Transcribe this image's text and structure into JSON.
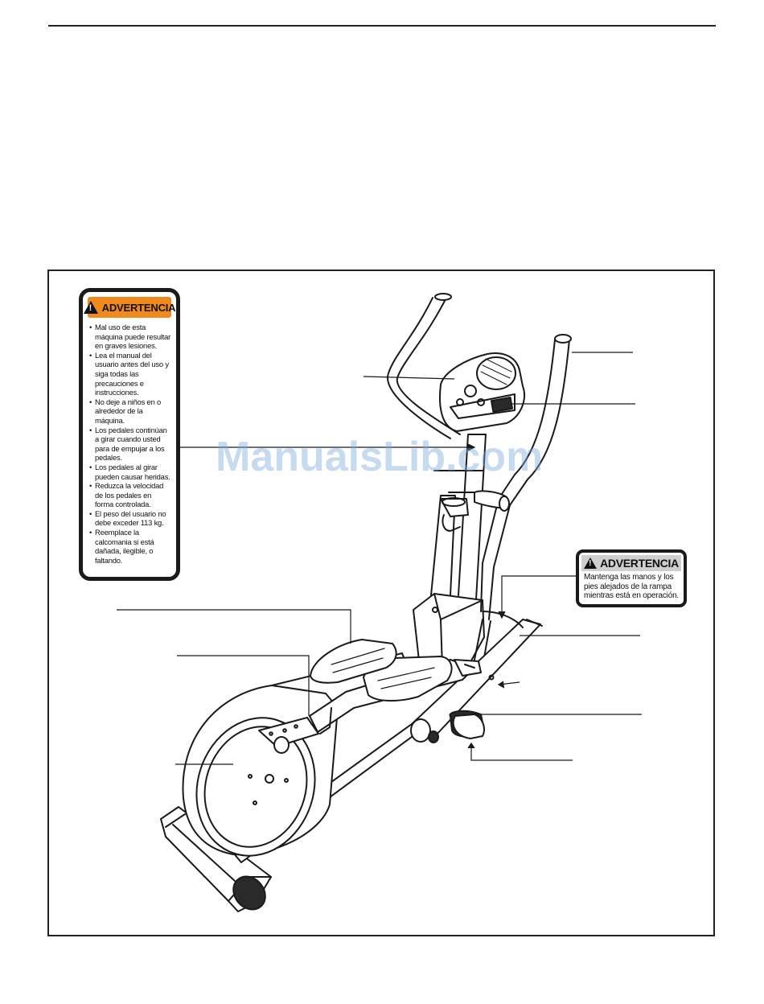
{
  "decal_large": {
    "title": "ADVERTENCIA",
    "items": [
      "Mal uso de esta máquina puede resultar en graves lesiones.",
      "Lea el manual del usuario antes del uso y siga todas las precauciones e instrucciones.",
      "No deje a niños en o alrededor de la máquina.",
      "Los pedales continúan a girar cuando usted para de empujar a los pedales.",
      "Los pedales al girar pueden causar heridas.",
      "Reduzca la velocidad de los pedales en forma controlada.",
      "El peso del usuario no debe exceder 113 kg.",
      "Reemplace la calcomania si está dañada, ilegible, o faltando."
    ]
  },
  "decal_small": {
    "title": "ADVERTENCIA",
    "text": "Mantenga las manos y los pies alejados de la rampa mientras está en operación."
  },
  "watermark": "ManualsLib.com",
  "colors": {
    "warning_header": "#f08a1c",
    "line_art": "#1a1a1a",
    "watermark": "#78aadc"
  }
}
